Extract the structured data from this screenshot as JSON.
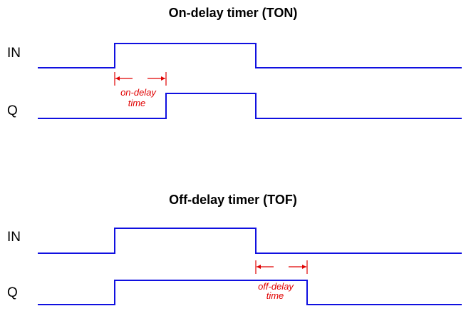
{
  "colors": {
    "waveform": "#1010e0",
    "annotation": "#e00000",
    "text": "#000000"
  },
  "ton": {
    "title": "On-delay timer (TON)",
    "in_label": "IN",
    "q_label": "Q",
    "delay_label_line1": "on-delay",
    "delay_label_line2": "time"
  },
  "tof": {
    "title": "Off-delay timer (TOF)",
    "in_label": "IN",
    "q_label": "Q",
    "delay_label_line1": "off-delay",
    "delay_label_line2": "time"
  }
}
